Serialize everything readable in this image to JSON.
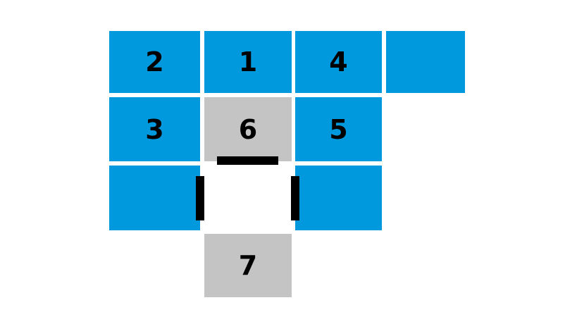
{
  "colors": {
    "blue": "#0099DD",
    "gray": "#C4C4C4",
    "bar": "#000000"
  },
  "grid": {
    "cells": [
      {
        "name": "cell-2",
        "label": "2",
        "row": 0,
        "col": 0,
        "color": "blue"
      },
      {
        "name": "cell-1",
        "label": "1",
        "row": 0,
        "col": 1,
        "color": "blue"
      },
      {
        "name": "cell-4",
        "label": "4",
        "row": 0,
        "col": 2,
        "color": "blue"
      },
      {
        "name": "cell-empty-top-right",
        "label": "",
        "row": 0,
        "col": 3,
        "color": "blue"
      },
      {
        "name": "cell-3",
        "label": "3",
        "row": 1,
        "col": 0,
        "color": "blue"
      },
      {
        "name": "cell-6",
        "label": "6",
        "row": 1,
        "col": 1,
        "color": "gray"
      },
      {
        "name": "cell-5",
        "label": "5",
        "row": 1,
        "col": 2,
        "color": "blue"
      },
      {
        "name": "cell-empty-left",
        "label": "",
        "row": 2,
        "col": 0,
        "color": "blue"
      },
      {
        "name": "cell-empty-right",
        "label": "",
        "row": 2,
        "col": 2,
        "color": "blue"
      },
      {
        "name": "cell-7",
        "label": "7",
        "row": 3,
        "col": 1,
        "color": "gray"
      }
    ]
  }
}
